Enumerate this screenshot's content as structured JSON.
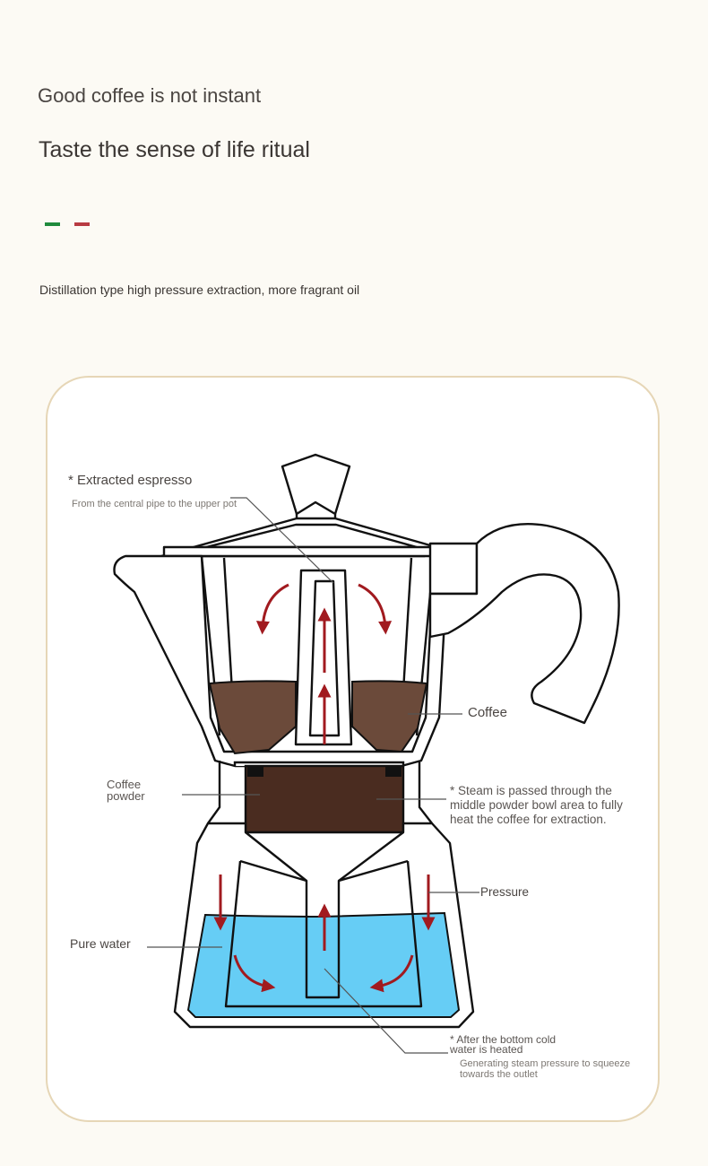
{
  "header": {
    "headline": "Good coffee is not instant",
    "subline": "Taste the sense of life ritual",
    "tagline": "Distillation type high pressure extraction, more fragrant oil"
  },
  "colors": {
    "flag_green": "#1f8a3c",
    "flag_red": "#b83a42",
    "card_border": "#e6d6b6",
    "coffee": "#6b4a3a",
    "coffee_powder": "#4a2c20",
    "water": "#66cdf5",
    "arrow": "#a11a1f"
  },
  "diagram": {
    "extracted": {
      "title": "* Extracted espresso",
      "detail": "From the central pipe to the upper pot"
    },
    "coffee": "Coffee",
    "powder_line1": "Coffee",
    "powder_line2": "powder",
    "steam_note": "* Steam is passed through the middle powder bowl area to fully heat the coffee for extraction.",
    "pressure": "Pressure",
    "pure_water": "Pure water",
    "heated": {
      "title_line1": "* After the bottom cold",
      "title_line2": "water is heated",
      "detail_line1": "Generating steam pressure to squeeze",
      "detail_line2": "towards the outlet"
    }
  }
}
